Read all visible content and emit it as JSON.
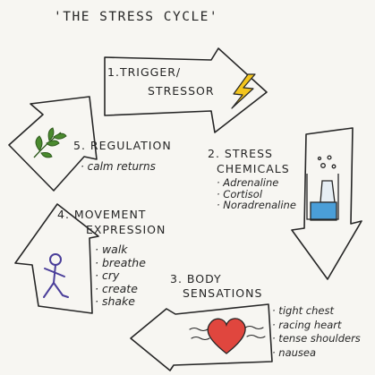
{
  "title": "'THE STRESS CYCLE'",
  "steps": {
    "trigger": {
      "num": "1.",
      "line1": "TRIGGER/",
      "line2": "STRESSOR"
    },
    "chemicals": {
      "num": "2.",
      "line1": "STRESS",
      "line2": "CHEMICALS",
      "items": [
        "· Adrenaline",
        "· Cortisol",
        "· Noradrenaline"
      ]
    },
    "body": {
      "num": "3.",
      "line1": "BODY",
      "line2": "SENSATIONS",
      "items": [
        "· tight chest",
        "· racing heart",
        "· tense shoulders",
        "· nausea"
      ]
    },
    "movement": {
      "num": "4.",
      "line1": "MOVEMENT",
      "line2": "EXPRESSION",
      "items": [
        "· walk",
        "· breathe",
        "· cry",
        "· create",
        "· shake"
      ]
    },
    "regulation": {
      "num": "5.",
      "line1": "REGULATION",
      "items": [
        "· calm returns"
      ]
    }
  },
  "colors": {
    "ink": "#262626",
    "lightning": "#f3c51e",
    "heart": "#e0463e",
    "flask_liquid": "#4a9ed8",
    "leaf": "#4a8a2e",
    "stick_figure": "#4b3f9a"
  },
  "icons": [
    "lightning-icon",
    "flask-icon",
    "heart-icon",
    "stick-figure-icon",
    "leaf-icon"
  ]
}
